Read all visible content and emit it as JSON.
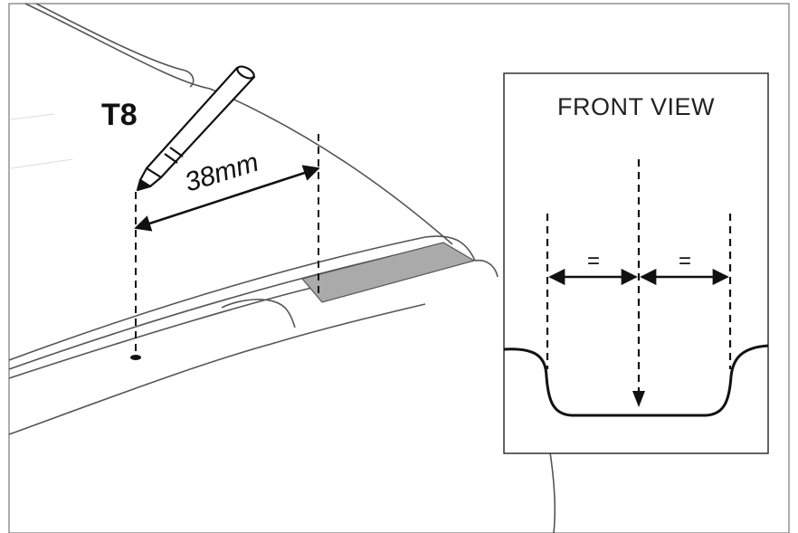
{
  "step": {
    "label": "T8"
  },
  "measurement": {
    "label": "38mm"
  },
  "front_view": {
    "title": "FRONT VIEW",
    "left_equal": "=",
    "right_equal": "="
  },
  "colors": {
    "line": "#555555",
    "dark": "#111111",
    "highlight_strip": "#aaaaaa"
  }
}
